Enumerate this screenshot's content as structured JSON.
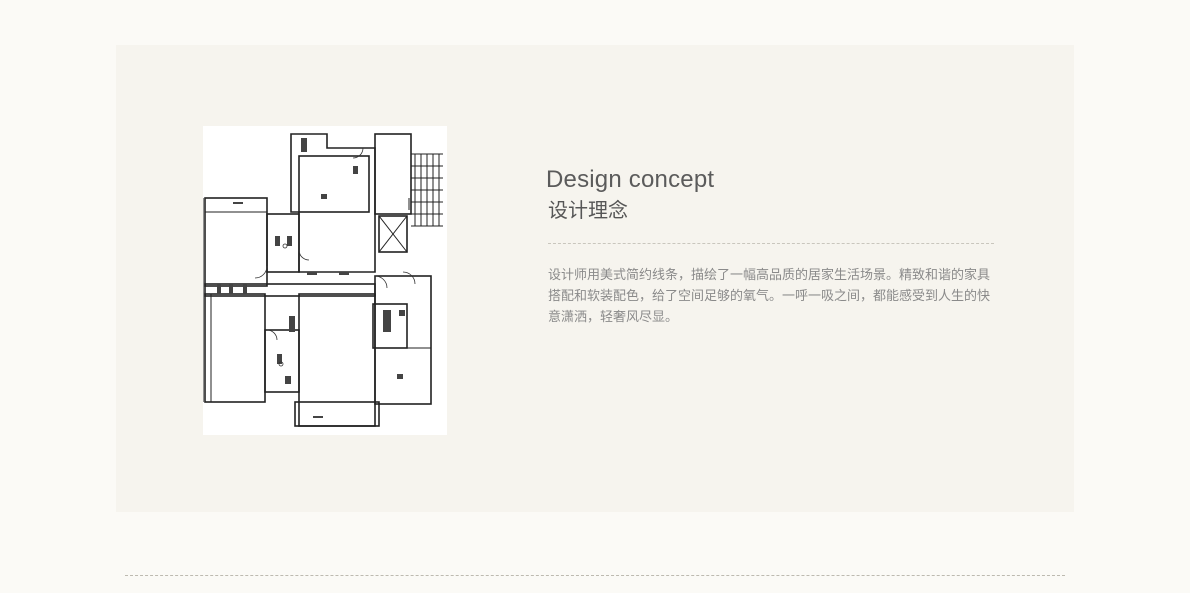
{
  "section": {
    "title_en": "Design concept",
    "title_zh": "设计理念",
    "description": "设计师用美式简约线条，描绘了一幅高品质的居家生活场景。精致和谐的家具搭配和软装配色，给了空间足够的氧气。一呼一吸之间，都能感受到人生的快意潇洒，轻奢风尽显。"
  },
  "floor_plan": {
    "image": "floor-plan-drawing"
  },
  "colors": {
    "page_background": "#fbfaf6",
    "panel_background": "#f6f4ee",
    "title_text": "#5b5b5b",
    "body_text": "#8a8a8a",
    "divider": "#c9c6bd"
  }
}
